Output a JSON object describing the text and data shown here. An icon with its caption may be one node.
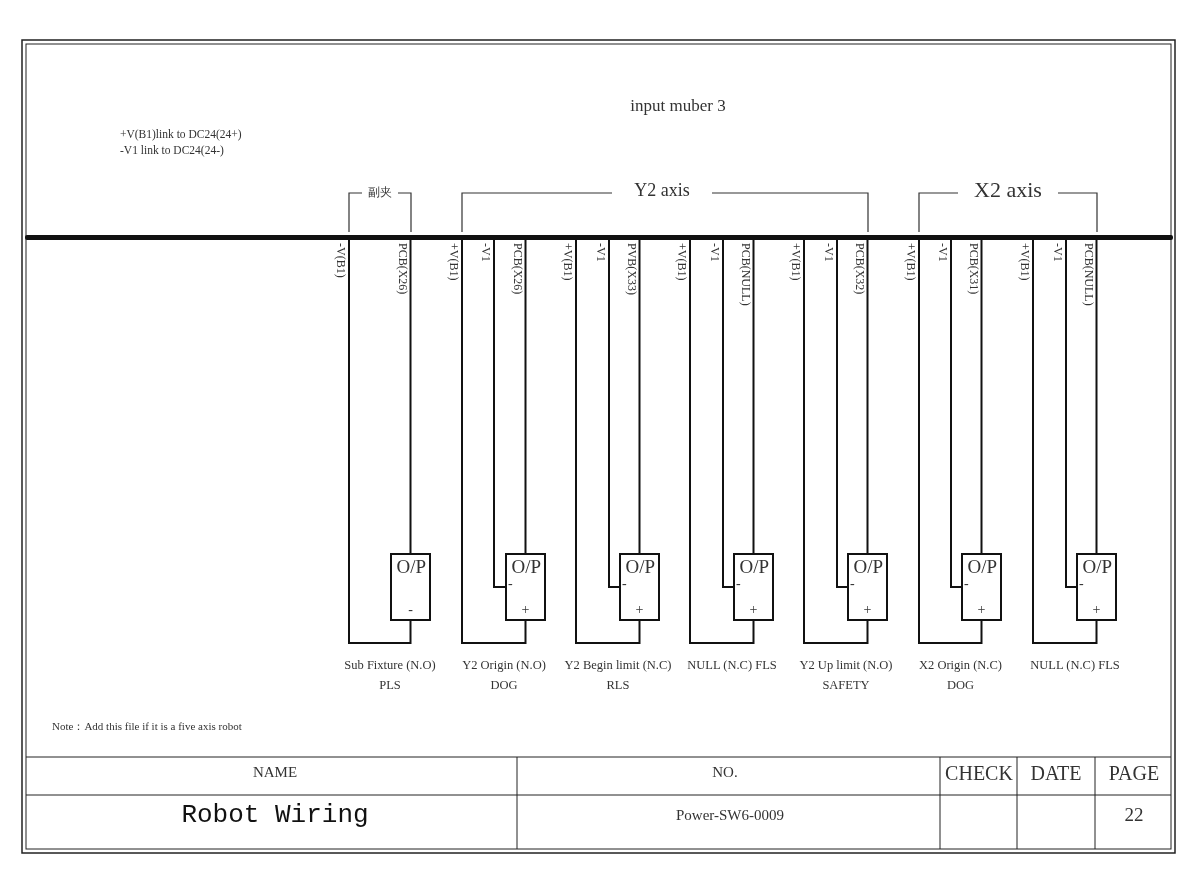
{
  "diagram": {
    "title": "input muber 3",
    "nodes": [
      {
        "text": [],
        "shape": "bar"
      },
      {
        "text": [
          "O/P",
          "-"
        ],
        "beside": [
          "Sub Fixture (N.O) PLS"
        ]
      },
      {
        "text": [
          "O/P",
          "-",
          "+"
        ],
        "beside": [
          "Y2 Origin (N.O) DOG"
        ]
      },
      {
        "text": [
          "O/P",
          "-",
          "+"
        ],
        "beside": [
          "Y2 Begin limit (N.C) RLS"
        ]
      },
      {
        "text": [
          "O/P",
          "-",
          "+"
        ],
        "beside": [
          "NULL (N.C) FLS"
        ]
      },
      {
        "text": [
          "O/P",
          "-",
          "+"
        ],
        "beside": [
          "Y2 Up limit (N.O) SAFETY"
        ]
      },
      {
        "text": [
          "O/P",
          "-",
          "+"
        ],
        "beside": [
          "X2 Origin (N.C) DOG"
        ]
      },
      {
        "text": [
          "O/P",
          "-",
          "+"
        ],
        "beside": [
          "NULL (N.C) FLS"
        ]
      }
    ],
    "edges": [
      {
        "from": 0,
        "to": 1,
        "arrow": "none",
        "label": "-V(B1)"
      },
      {
        "from": 0,
        "to": 1,
        "arrow": "none",
        "label": "PCB(X26)"
      },
      {
        "from": 0,
        "to": 2,
        "arrow": "none",
        "label": "+V(B1)"
      },
      {
        "from": 0,
        "to": 2,
        "arrow": "none",
        "label": "-V1"
      },
      {
        "from": 0,
        "to": 2,
        "arrow": "none",
        "label": "PCB(X26)"
      },
      {
        "from": 0,
        "to": 3,
        "arrow": "none",
        "label": "+V(B1)"
      },
      {
        "from": 0,
        "to": 3,
        "arrow": "none",
        "label": "-V1"
      },
      {
        "from": 0,
        "to": 3,
        "arrow": "none",
        "label": "PVB(X33)"
      },
      {
        "from": 0,
        "to": 4,
        "arrow": "none",
        "label": "+V(B1)"
      },
      {
        "from": 0,
        "to": 4,
        "arrow": "none",
        "label": "-V1"
      },
      {
        "from": 0,
        "to": 4,
        "arrow": "none",
        "label": "PCB(NULL)"
      },
      {
        "from": 0,
        "to": 5,
        "arrow": "none",
        "label": "+V(B1)"
      },
      {
        "from": 0,
        "to": 5,
        "arrow": "none",
        "label": "-V1"
      },
      {
        "from": 0,
        "to": 5,
        "arrow": "none",
        "label": "PCB(X32)"
      },
      {
        "from": 0,
        "to": 6,
        "arrow": "none",
        "label": "+V(B1)"
      },
      {
        "from": 0,
        "to": 6,
        "arrow": "none",
        "label": "-V1"
      },
      {
        "from": 0,
        "to": 6,
        "arrow": "none",
        "label": "PCB(X31)"
      },
      {
        "from": 0,
        "to": 7,
        "arrow": "none",
        "label": "+V(B1)"
      },
      {
        "from": 0,
        "to": 7,
        "arrow": "none",
        "label": "-V1"
      },
      {
        "from": 0,
        "to": 7,
        "arrow": "none",
        "label": "PCB(NULL)"
      }
    ],
    "labels": [
      "+V(B1)link to DC24(24+)",
      "-V1 link to DC24(24-)",
      "副夹",
      "Y2 axis",
      "X2 axis",
      "Note：Add this file if it is a five axis robot",
      "NAME",
      "NO.",
      "CHECK",
      "DATE",
      "PAGE",
      "Robot Wiring",
      "Power-SW6-0009",
      "22"
    ]
  }
}
